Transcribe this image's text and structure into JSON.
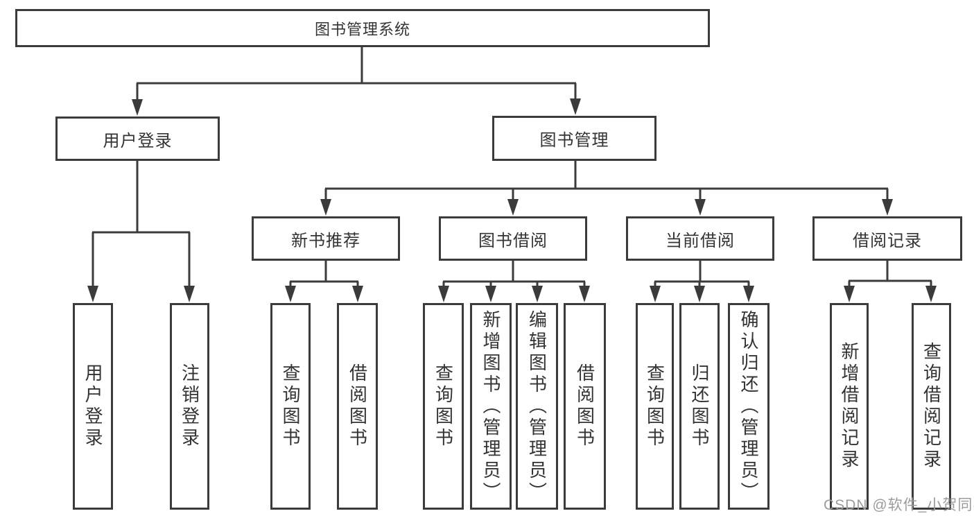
{
  "diagram": {
    "type": "tree",
    "root": {
      "label": "图书管理系统",
      "children": [
        {
          "label": "用户登录",
          "children": [
            {
              "label": "用户登录"
            },
            {
              "label": "注销登录"
            }
          ]
        },
        {
          "label": "图书管理",
          "children": [
            {
              "label": "新书推荐",
              "children": [
                {
                  "label": "查询图书"
                },
                {
                  "label": "借阅图书"
                }
              ]
            },
            {
              "label": "图书借阅",
              "children": [
                {
                  "label": "查询图书"
                },
                {
                  "label": "新增图书（管理员）"
                },
                {
                  "label": "编辑图书（管理员）"
                },
                {
                  "label": "借阅图书"
                }
              ]
            },
            {
              "label": "当前借阅",
              "children": [
                {
                  "label": "查询图书"
                },
                {
                  "label": "归还图书"
                },
                {
                  "label": "确认归还（管理员）"
                }
              ]
            },
            {
              "label": "借阅记录",
              "children": [
                {
                  "label": "新增借阅记录"
                },
                {
                  "label": "查询借阅记录"
                }
              ]
            }
          ]
        }
      ]
    },
    "colors": {
      "line": "#3b3b3b",
      "box_border": "#3b3b3b",
      "box_bg": "#ffffff",
      "text": "#333333",
      "watermark": "#9c9c9c"
    }
  },
  "watermark": {
    "text": "CSDN @软件_小贺同学"
  }
}
